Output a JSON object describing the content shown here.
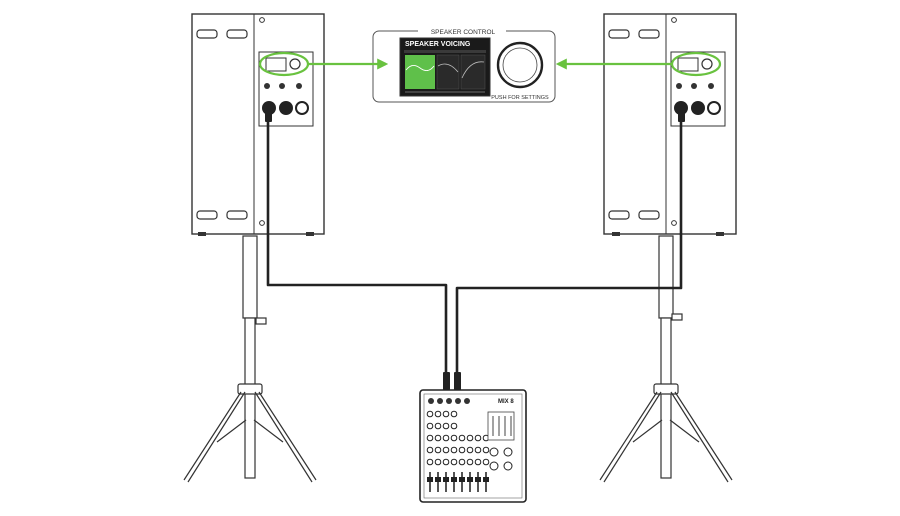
{
  "control_panel": {
    "title": "SPEAKER CONTROL",
    "screen_heading": "SPEAKER VOICING",
    "screen_sub": "",
    "knob_caption": "PUSH FOR SETTINGS"
  },
  "mixer": {
    "brand": "MIX 8",
    "channel_count": 8
  },
  "colors": {
    "highlight": "#69c23f",
    "line": "#222222",
    "screen_bg": "#1a1a1a",
    "screen_accent": "#5fc04a"
  },
  "icons": {
    "callout_arrow": "arrow-right-icon",
    "knob": "rotary-knob-icon"
  }
}
